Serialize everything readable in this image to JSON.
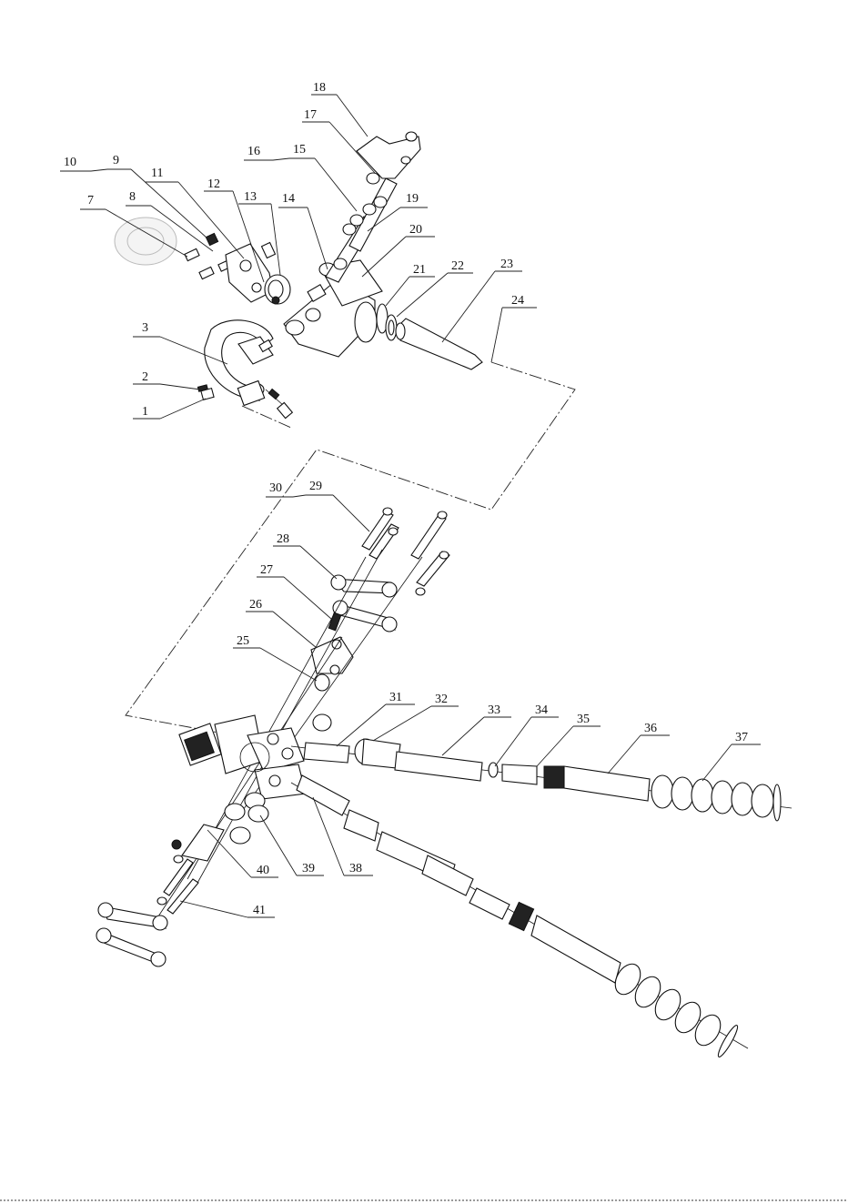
{
  "callouts": [
    {
      "n": "1"
    },
    {
      "n": "2"
    },
    {
      "n": "3"
    },
    {
      "n": "7"
    },
    {
      "n": "8"
    },
    {
      "n": "9"
    },
    {
      "n": "10"
    },
    {
      "n": "11"
    },
    {
      "n": "12"
    },
    {
      "n": "13"
    },
    {
      "n": "14"
    },
    {
      "n": "15"
    },
    {
      "n": "16"
    },
    {
      "n": "17"
    },
    {
      "n": "18"
    },
    {
      "n": "19"
    },
    {
      "n": "20"
    },
    {
      "n": "21"
    },
    {
      "n": "22"
    },
    {
      "n": "23"
    },
    {
      "n": "24"
    },
    {
      "n": "25"
    },
    {
      "n": "26"
    },
    {
      "n": "27"
    },
    {
      "n": "28"
    },
    {
      "n": "29"
    },
    {
      "n": "30"
    },
    {
      "n": "31"
    },
    {
      "n": "32"
    },
    {
      "n": "33"
    },
    {
      "n": "34"
    },
    {
      "n": "35"
    },
    {
      "n": "36"
    },
    {
      "n": "37"
    },
    {
      "n": "38"
    },
    {
      "n": "39"
    },
    {
      "n": "40"
    },
    {
      "n": "41"
    }
  ],
  "colors": {
    "line": "#111111",
    "background": "#ffffff",
    "ghost": "#bbbbbb"
  }
}
